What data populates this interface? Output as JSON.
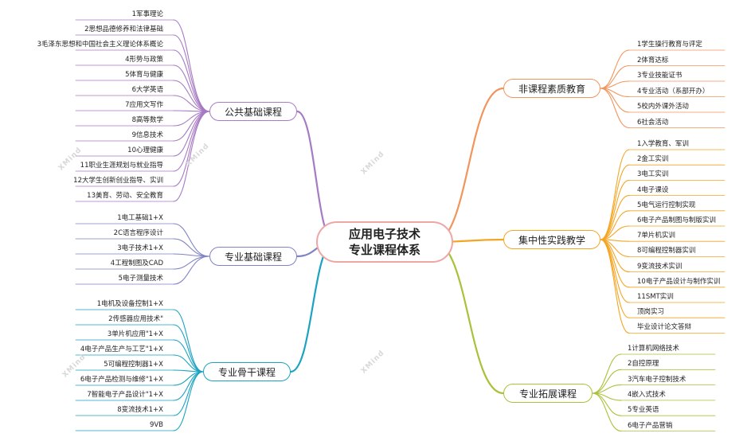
{
  "central": {
    "line1": "应用电子技术",
    "line2": "专业课程体系"
  },
  "watermark": "XMind",
  "colors": {
    "public": "#a77ac4",
    "professional": "#7f83c4",
    "core": "#1aa3c0",
    "non_course": "#f2955c",
    "practice": "#f5a524",
    "extension": "#a8c23a"
  },
  "branches": {
    "public": {
      "label": "公共基础课程",
      "items": [
        "1军事理论",
        "2思想品德修养和法律基础",
        "3毛泽东思想和中国社会主义理论体系概论",
        "4形势与政策",
        "5体育与健康",
        "6大学英语",
        "7应用文写作",
        "8高等数学",
        "9信息技术",
        "10心理健康",
        "11职业生涯规划与就业指导",
        "12大学生创新创业指导、实训",
        "13美育、劳动、安全教育"
      ]
    },
    "professional": {
      "label": "专业基础课程",
      "items": [
        "1电工基础1+X",
        "2C语言程序设计",
        "3电子技术1+X",
        "4工程制图及CAD",
        "5电子测量技术"
      ]
    },
    "core": {
      "label": "专业骨干课程",
      "items": [
        "1电机及设备控制1+X",
        "2传感器应用技术\"",
        "3单片机应用\"1+X",
        "4电子产品生产与工艺\"1+X",
        "5可编程控制器1+X",
        "6电子产品检测与维修\"1+X",
        "7智能电子产品设计\"1+X",
        "8变流技术1+X",
        "9VB"
      ]
    },
    "non_course": {
      "label": "非课程素质教育",
      "items": [
        "1学生操行教育与评定",
        "2体育达标",
        "3专业技能证书",
        "4专业活动（系部开办）",
        "5校内外课外活动",
        "6社会活动"
      ]
    },
    "practice": {
      "label": "集中性实践教学",
      "items": [
        "1入学教育、军训",
        "2金工实训",
        "3电工实训",
        "4电子课设",
        "5电气运行控制实现",
        "6电子产品制图与制版实训",
        "7单片机实训",
        "8可编程控制器实训",
        "9变流技术实训",
        "10电子产品设计与制作实训",
        "11SMT实训",
        "顶岗实习",
        "毕业设计论文答辩"
      ]
    },
    "extension": {
      "label": "专业拓展课程",
      "items": [
        "1计算机网络技术",
        "2自控原理",
        "3汽车电子控制技术",
        "4嵌入式技术",
        "5专业英语",
        "6电子产品营销"
      ]
    }
  }
}
